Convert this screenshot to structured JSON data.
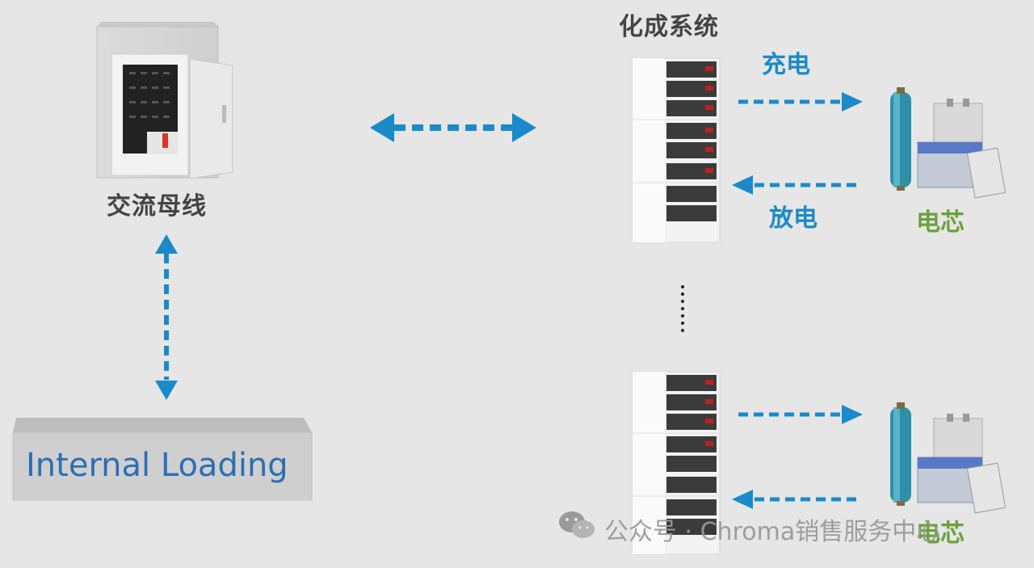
{
  "labels": {
    "ac_bus": "交流母线",
    "formation_system": "化成系统",
    "charge": "充电",
    "discharge": "放电",
    "cell_top": "电芯",
    "cell_bottom": "电芯",
    "internal_loading": "Internal Loading"
  },
  "watermark": {
    "text": "公众号 · Chroma销售服务中心"
  },
  "colors": {
    "arrow": "#1a8ac9",
    "cell_label": "#6aa23b",
    "loading_text": "#2a6fb5",
    "background": "#e6e6e6"
  }
}
